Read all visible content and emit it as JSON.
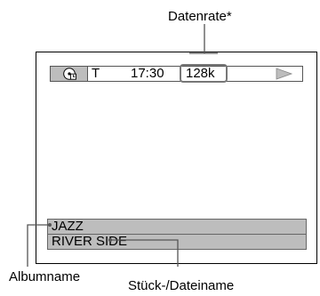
{
  "callouts": {
    "data_rate": "Datenrate",
    "data_rate_mark": "*",
    "album_name": "Albumname",
    "track_file_name": "Stück-/Dateiname"
  },
  "status_bar": {
    "mode": "T",
    "time": "17:30",
    "bitrate": "128k",
    "disc_icon": "disc-clock-icon",
    "play_icon": "play-triangle-icon"
  },
  "info": {
    "album": "JAZZ",
    "track": "RIVER SIDE"
  }
}
